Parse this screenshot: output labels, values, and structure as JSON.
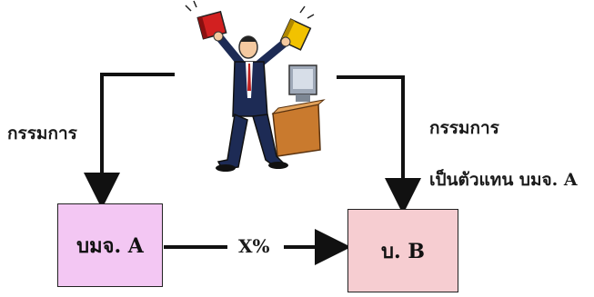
{
  "diagram": {
    "left_label": "กรรมการ",
    "right_label_line1": "กรรมการ",
    "right_label_line2": "เป็นตัวแทน บมจ. A",
    "box_a": "บมจ. A",
    "box_b": "บ. B",
    "link_label": "X%"
  },
  "colors": {
    "box_a_fill": "#f3c7f3",
    "box_b_fill": "#f6cdd1",
    "line": "#111111"
  },
  "illustration": "juggling-businessman"
}
